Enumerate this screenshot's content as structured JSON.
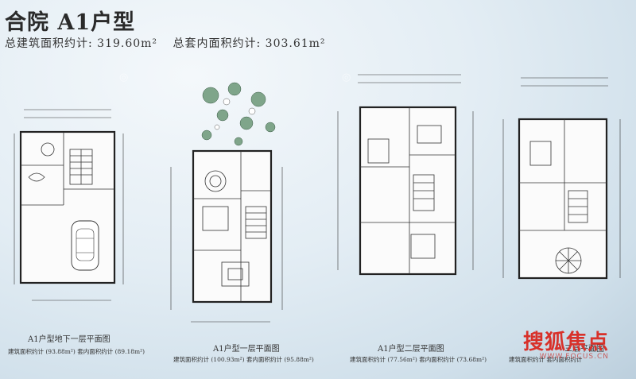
{
  "header": {
    "title": "合院 A1户型",
    "total_building_area": "总建筑面积约计: 319.60m²",
    "total_interior_area": "总套内面积约计: 303.61m²"
  },
  "plans": [
    {
      "caption": "A1户型地下一层平面图",
      "building_area": "建筑面积约计 (93.88m²)",
      "interior_area": "套内面积约计 (89.18m²)"
    },
    {
      "caption": "A1户型一层平面图",
      "building_area": "建筑面积约计 (100.93m²)",
      "interior_area": "套内面积约计 (95.88m²)"
    },
    {
      "caption": "A1户型二层平面图",
      "building_area": "建筑面积约计 (77.56m²)",
      "interior_area": "套内面积约计 (73.68m²)"
    },
    {
      "caption": "三层平面图",
      "building_area": "建筑面积约计",
      "interior_area": "套内面积约计"
    }
  ],
  "watermark": {
    "brand": "搜狐焦点",
    "site": "WWW.FOCUS.CN"
  },
  "colors": {
    "background": "#dde9f1",
    "line": "#3a3a3a",
    "watermark": "#d8312a"
  }
}
